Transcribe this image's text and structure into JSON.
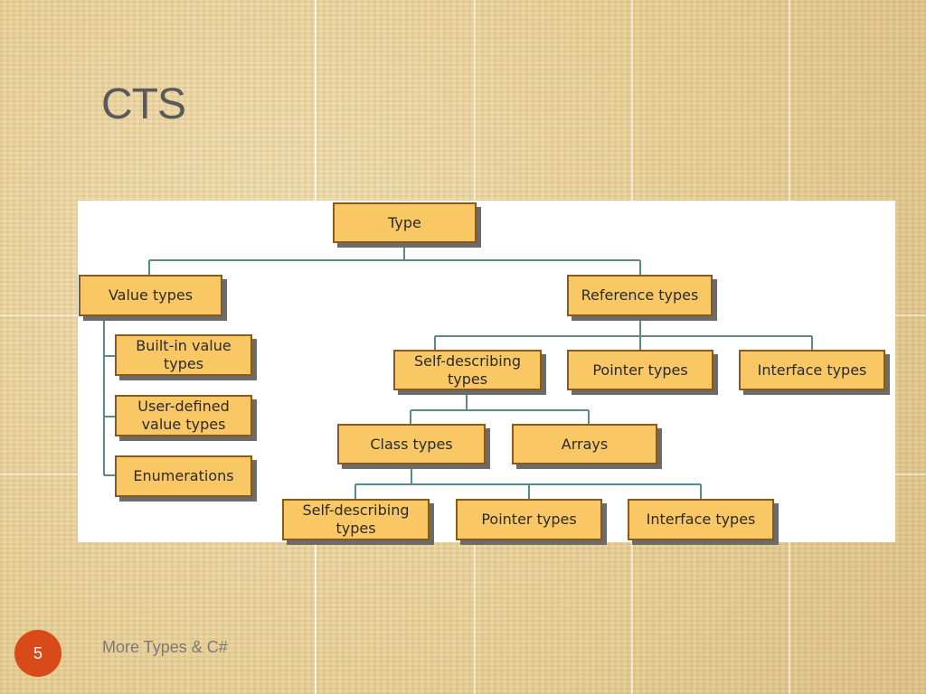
{
  "slide": {
    "title": "CTS",
    "page_number": "5",
    "footer": "More Types & C#"
  },
  "diagram": {
    "nodes": {
      "type": "Type",
      "value_types": "Value types",
      "reference_types": "Reference types",
      "builtin_value_types": "Built-in value\ntypes",
      "user_defined_value_types": "User-defined\nvalue types",
      "enumerations": "Enumerations",
      "self_describing_types": "Self-describing\ntypes",
      "pointer_types": "Pointer types",
      "interface_types": "Interface types",
      "class_types": "Class types",
      "arrays": "Arrays",
      "class_self_describing_types": "Self-describing\ntypes",
      "class_pointer_types": "Pointer types",
      "class_interface_types": "Interface types"
    },
    "colors": {
      "node_fill": "#f9c865",
      "node_border": "#8a5a1a",
      "connector": "#5a8a8a",
      "footer_badge": "#d84a1a"
    }
  }
}
